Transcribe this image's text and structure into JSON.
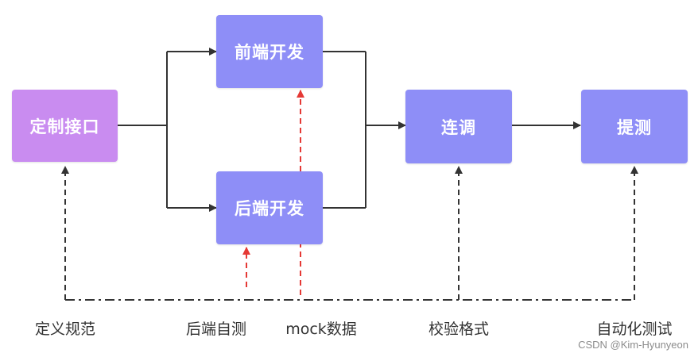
{
  "colors": {
    "spec_node": "#c98cf0",
    "process_node": "#8e8ef7",
    "arrow": "#333333",
    "mock_arrow": "#e53935"
  },
  "nodes": {
    "spec": "定制接口",
    "frontend": "前端开发",
    "backend": "后端开发",
    "integration": "连调",
    "testing": "提测"
  },
  "labels": {
    "define_spec": "定义规范",
    "backend_self_test": "后端自测",
    "mock_data": "mock数据",
    "validate_format": "校验格式",
    "auto_test": "自动化测试"
  },
  "watermark": "CSDN @Kim-Hyunyeon"
}
